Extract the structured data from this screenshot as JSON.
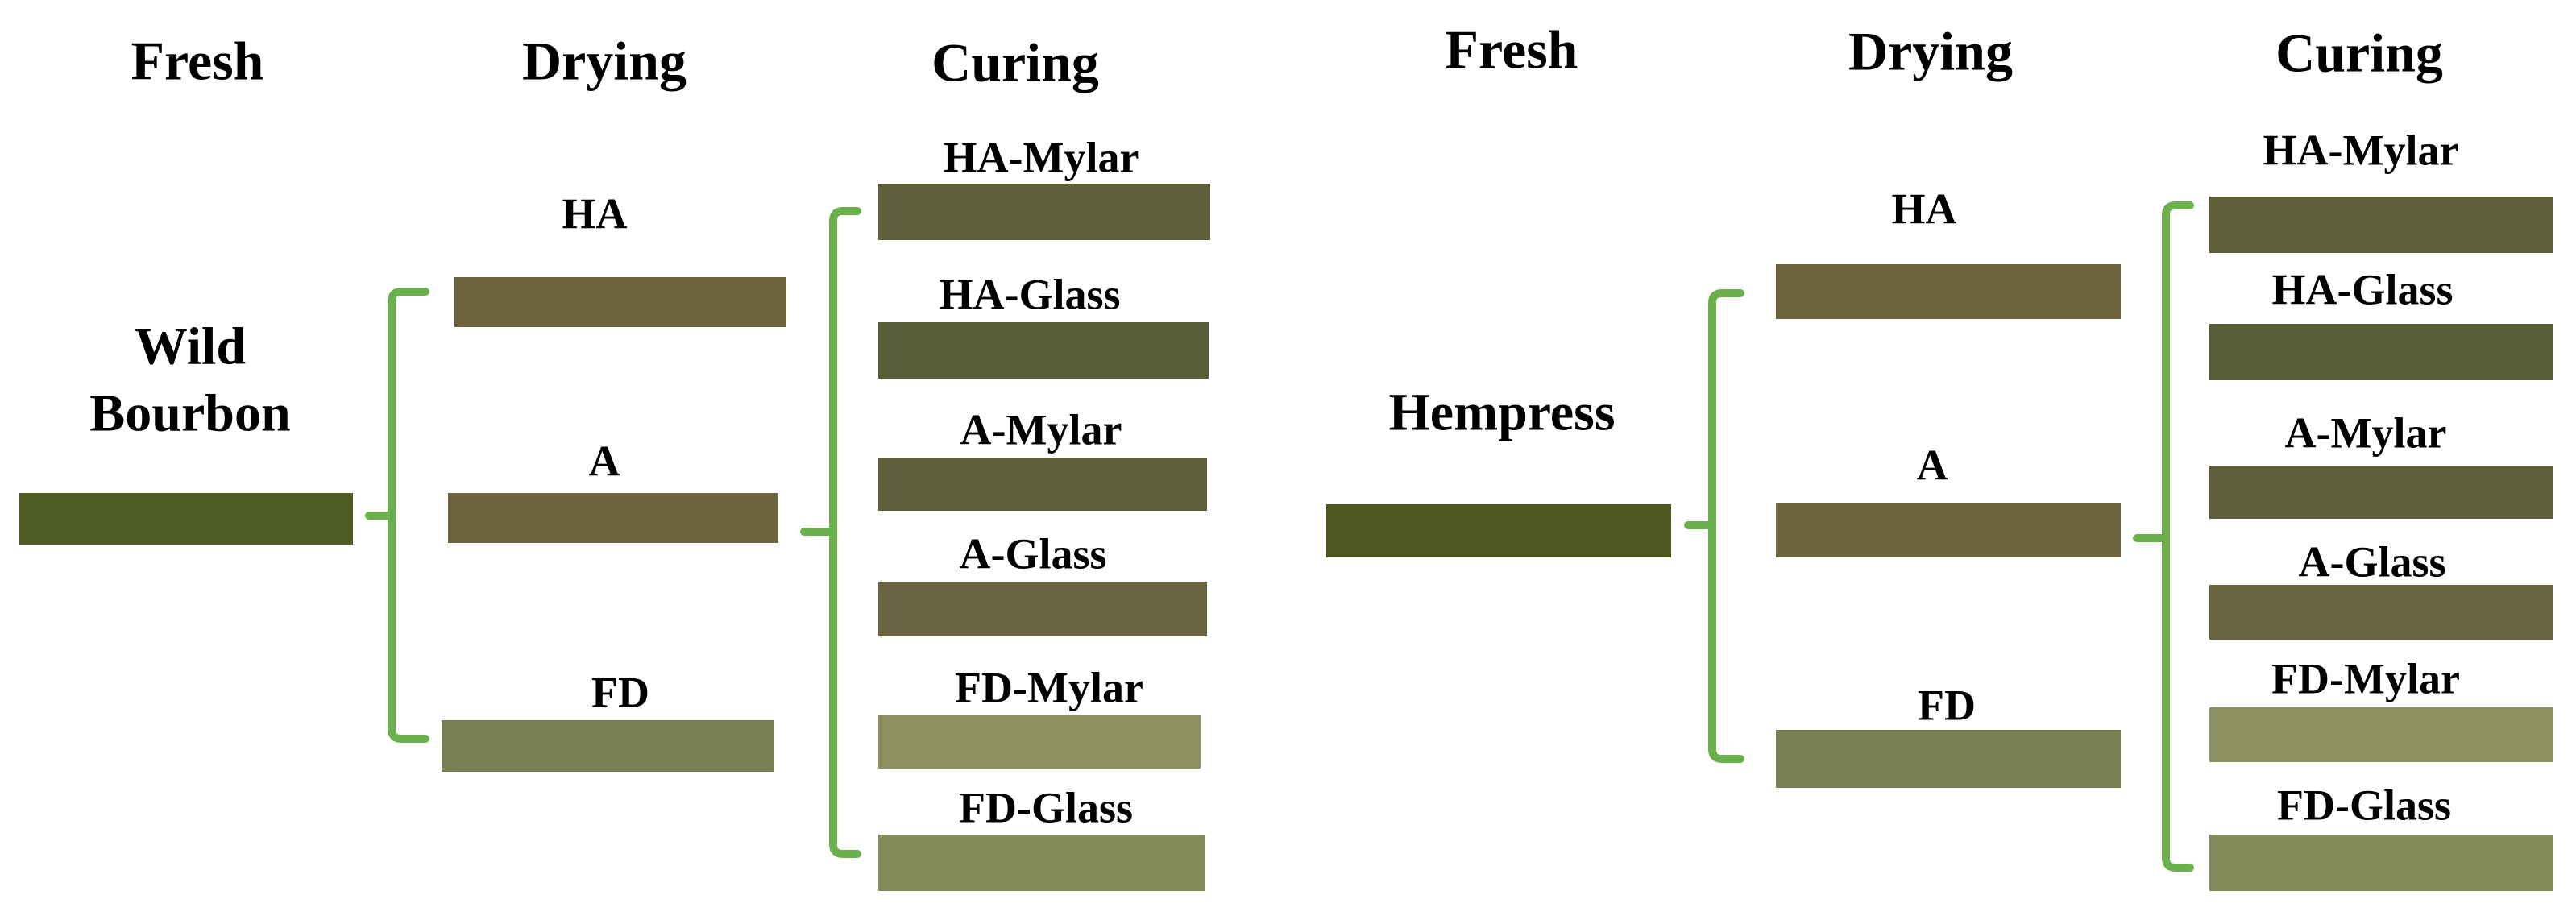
{
  "colors": {
    "bracket": "#6ab04c",
    "fresh_wb": "#4f5b25",
    "fresh_hp": "#4f5620",
    "dry_ha": "#6c623d",
    "dry_a": "#6c6540",
    "dry_fd": "#7b7f55",
    "cure_ha_mylar": "#5f603a",
    "cure_ha_glass": "#5a5e38",
    "cure_a_mylar": "#5e5f3a",
    "cure_a_glass": "#6a6441",
    "cure_fd_mylar": "#8c9060",
    "cure_fd_glass": "#848b5b"
  },
  "panels": [
    {
      "headers": {
        "fresh": "Fresh",
        "drying": "Drying",
        "curing": "Curing"
      },
      "sample": {
        "line1": "Wild",
        "line2": "Bourbon"
      },
      "drying": {
        "ha": "HA",
        "a": "A",
        "fd": "FD"
      },
      "curing": {
        "ha_mylar": "HA-Mylar",
        "ha_glass": "HA-Glass",
        "a_mylar": "A-Mylar",
        "a_glass": "A-Glass",
        "fd_mylar": "FD-Mylar",
        "fd_glass": "FD-Glass"
      }
    },
    {
      "headers": {
        "fresh": "Fresh",
        "drying": "Drying",
        "curing": "Curing"
      },
      "sample": {
        "line1": "Hempress"
      },
      "drying": {
        "ha": "HA",
        "a": "A",
        "fd": "FD"
      },
      "curing": {
        "ha_mylar": "HA-Mylar",
        "ha_glass": "HA-Glass",
        "a_mylar": "A-Mylar",
        "a_glass": "A-Glass",
        "fd_mylar": "FD-Mylar",
        "fd_glass": "FD-Glass"
      }
    }
  ]
}
